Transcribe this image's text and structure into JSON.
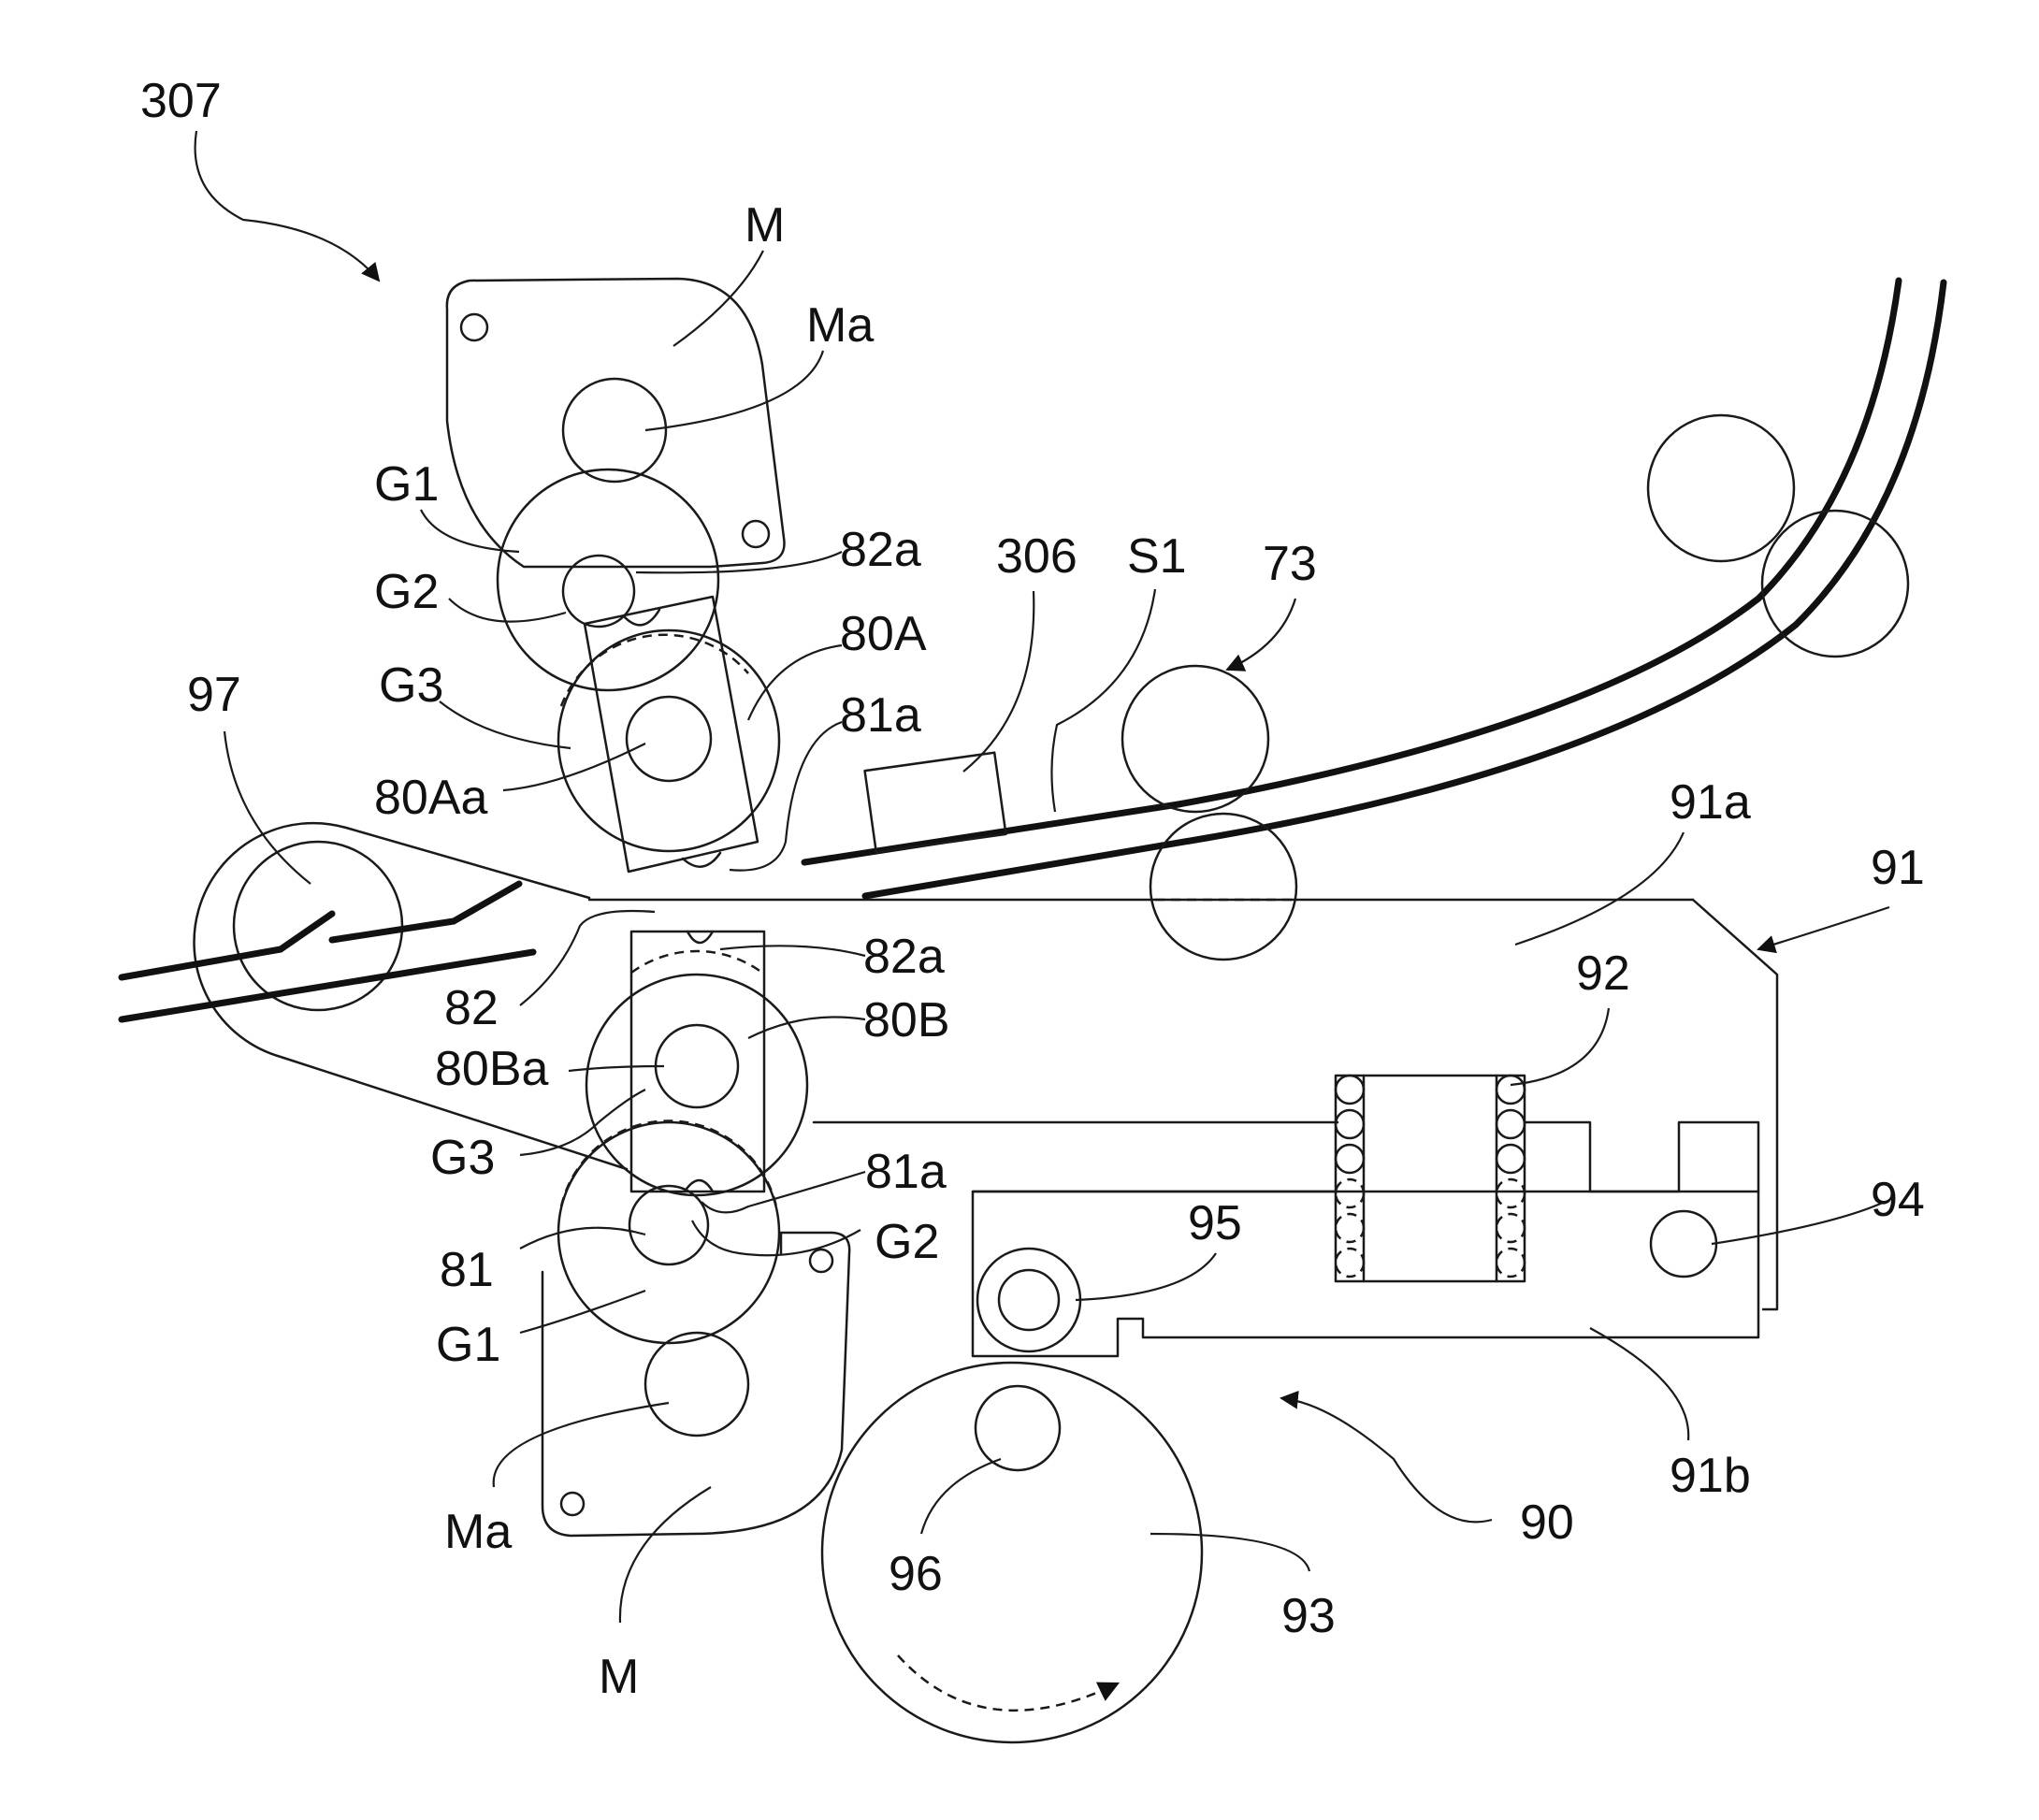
{
  "figure": {
    "labels": {
      "l307": "307",
      "m_top": "M",
      "ma_top": "Ma",
      "g1_top": "G1",
      "g2_top": "G2",
      "g3_top": "G3",
      "a82a_top": "82a",
      "a80A": "80A",
      "a81a_top": "81a",
      "a80Aa": "80Aa",
      "a97": "97",
      "a306": "306",
      "s1": "S1",
      "a73": "73",
      "a91a": "91a",
      "a91": "91",
      "a82a_bot": "82a",
      "a82": "82",
      "a80B": "80B",
      "a80Ba": "80Ba",
      "a92": "92",
      "g3_bot": "G3",
      "a81a_bot": "81a",
      "a94": "94",
      "a95": "95",
      "a81": "81",
      "g2_bot": "G2",
      "g1_bot": "G1",
      "ma_bot": "Ma",
      "m_bot": "M",
      "a96": "96",
      "a90": "90",
      "a91b": "91b",
      "a93": "93"
    }
  }
}
